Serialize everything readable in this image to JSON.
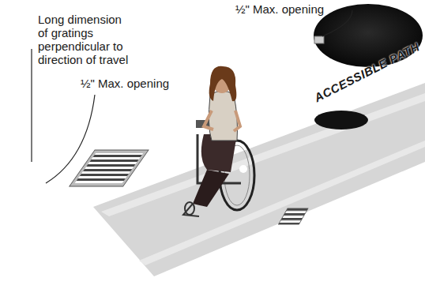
{
  "diagram": {
    "labels": [
      "½\" Max. opening",
      "Long dimension of gratings perpendicular to direction of travel",
      "½\" Max. opening",
      "ACCESSIBLE PATH"
    ]
  }
}
